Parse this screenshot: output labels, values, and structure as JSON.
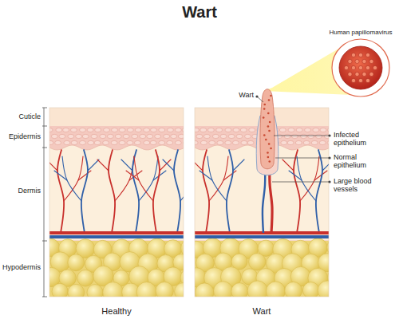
{
  "diagram": {
    "title": "Wart",
    "labels": [
      "Human papillomavirus",
      "Wart",
      "Cuticle",
      "Epidermis",
      "Infected epithelium",
      "Normal epithelium",
      "Dermis",
      "Large blood vessels",
      "Hypodermis",
      "Healthy",
      "Wart"
    ]
  }
}
